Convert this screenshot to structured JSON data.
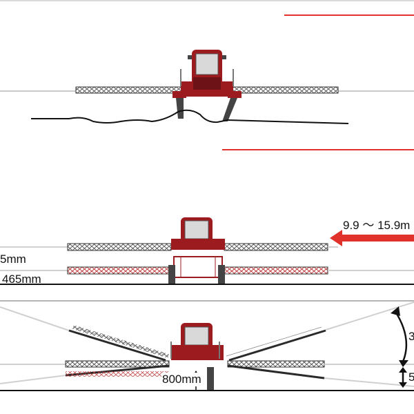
{
  "labels": {
    "span_range": "9.9 ～ 15.9m",
    "height_upper": "5mm",
    "height_lower": "465mm",
    "ground_clearance": "800mm",
    "right_top_digit": "3",
    "right_bottom_digit": "5"
  },
  "colors": {
    "accent_red": "#e0312b",
    "tractor_red": "#9b1b1f",
    "boom_dark": "#2a2a2a",
    "ground": "#111111"
  }
}
